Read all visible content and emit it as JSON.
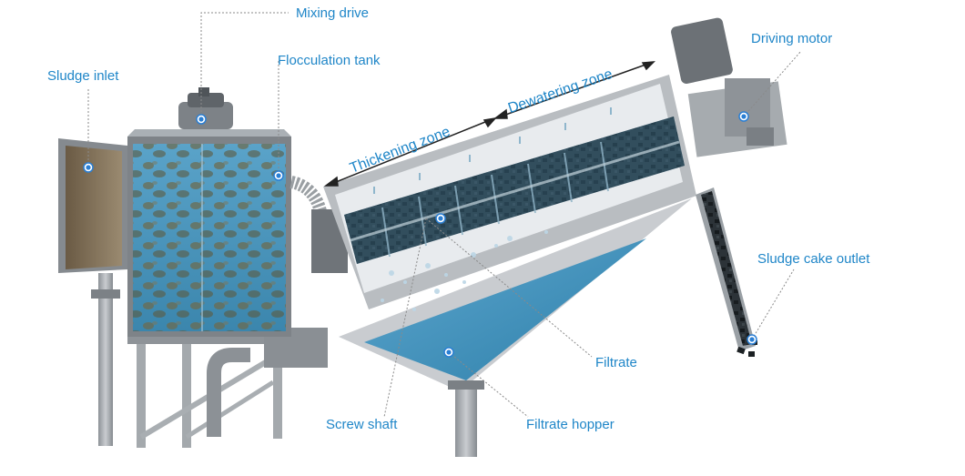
{
  "labels": {
    "mixing_drive": "Mixing drive",
    "flocculation_tank": "Flocculation tank",
    "sludge_inlet": "Sludge inlet",
    "driving_motor": "Driving motor",
    "sludge_cake_outlet": "Sludge cake outlet",
    "filtrate": "Filtrate",
    "screw_shaft": "Screw shaft",
    "filtrate_hopper": "Filtrate hopper",
    "thickening_zone": "Thickening zone",
    "dewatering_zone": "Dewatering zone"
  },
  "colors": {
    "label_text": "#1f86c8",
    "leader_line": "#8a8a8a",
    "marker_fill": "#2a7fd4",
    "water": "#3f8fb8",
    "steel": "#9ea3a8",
    "steel_dark": "#6e7378"
  }
}
